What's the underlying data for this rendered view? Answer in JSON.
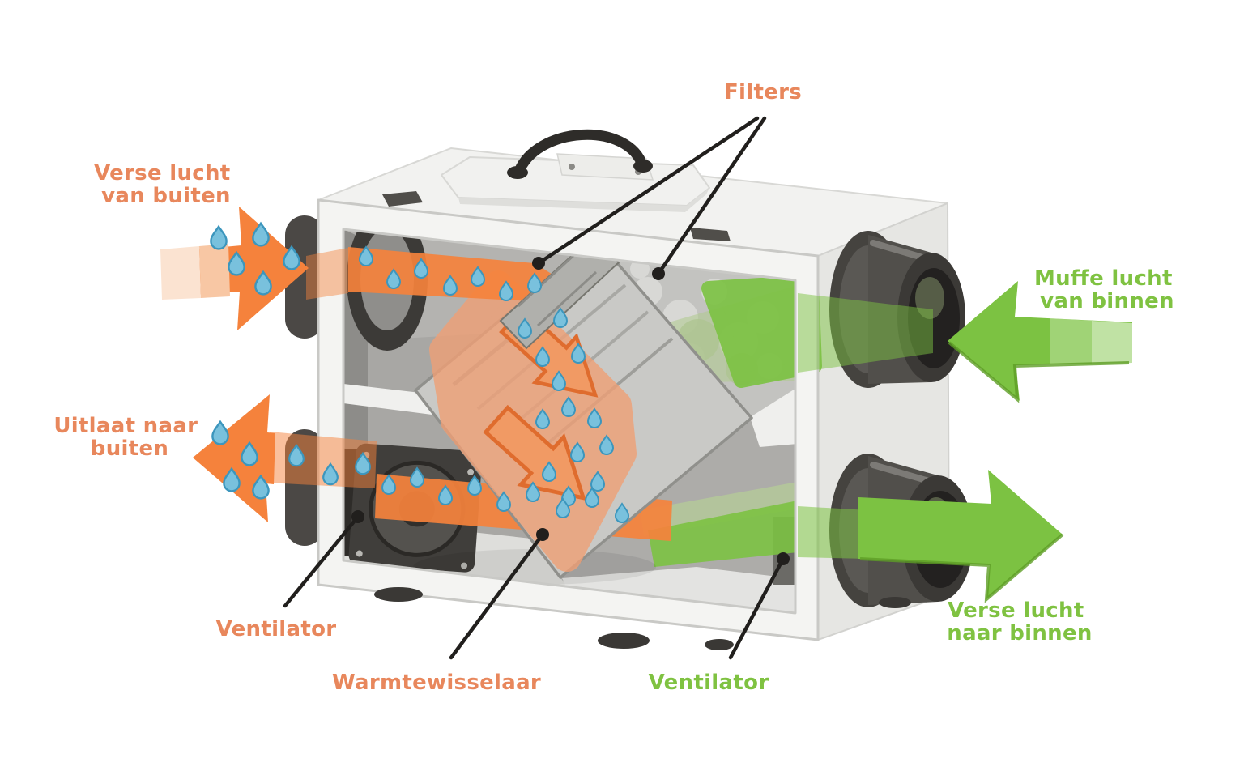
{
  "diagram": {
    "subject": "warmteterugwin-ventilatie-unit",
    "labels": {
      "fresh_outside": {
        "line1": "Verse lucht",
        "line2": "van buiten"
      },
      "filters": {
        "text": "Filters"
      },
      "stale_inside": {
        "line1": "Muffe lucht",
        "line2": "van binnen"
      },
      "exhaust_outside": {
        "line1": "Uitlaat naar",
        "line2": "buiten"
      },
      "fan_left": {
        "text": "Ventilator"
      },
      "heat_exchanger": {
        "text": "Warmtewisselaar"
      },
      "fan_right": {
        "text": "Ventilator"
      },
      "fresh_inside": {
        "line1": "Verse lucht",
        "line2": "naar binnen"
      }
    },
    "colors": {
      "orange_text": "#E8875C",
      "green_text": "#7FC241",
      "arrow_orange": "#F5823C",
      "arrow_orange_light": "#F8C7A4",
      "arrow_orange_pale": "#FBE3D1",
      "arrow_green": "#7CC242",
      "arrow_green_dark": "#5E9E26",
      "droplet_blue": "#79C1DD",
      "droplet_edge": "#3C96BD",
      "pointer_black": "#211F1D"
    }
  }
}
